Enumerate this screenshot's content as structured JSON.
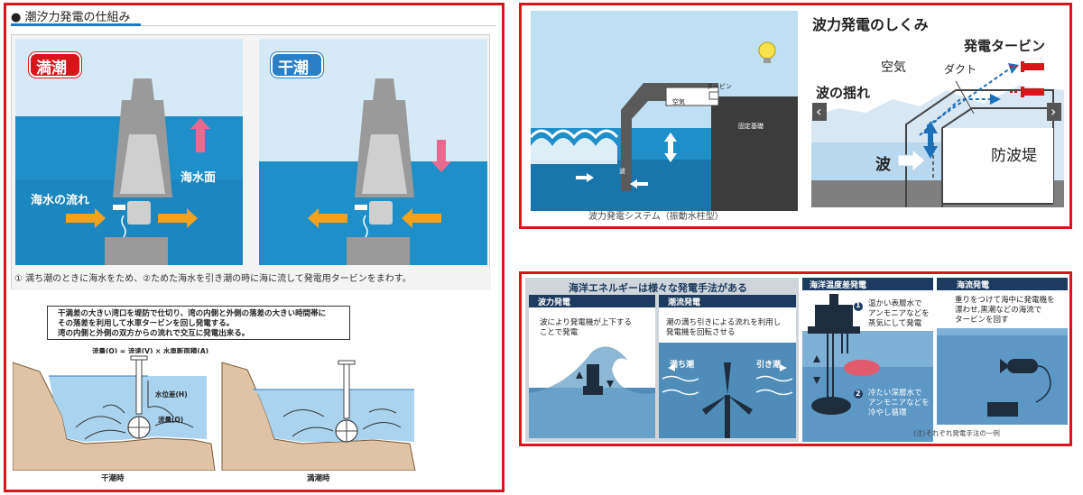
{
  "colors": {
    "frame_red": "#d9141b",
    "sky": "#d6eaf6",
    "sea": "#1f8fc9",
    "deep_sea": "#1876ad",
    "arrow_orange": "#f4a21e",
    "arrow_pink": "#e96a8f",
    "structure_gray": "#9a9a9a",
    "navy_header": "#1d3a60"
  },
  "tidal": {
    "section_title": "● 潮汐力発電の仕組み",
    "high_tide_badge": "満潮",
    "low_tide_badge": "干潮",
    "sea_surface_label": "海水面",
    "current_label": "海水の流れ",
    "caption": "① 満ち潮のときに海水をため、②ためた海水を引き潮の時に海に流して発電用タービンをまわす。",
    "description": [
      "干満差の大きい湾口を堤防で仕切り、湾の内側と外側の落差の大きい時間帯に",
      "その落差を利用して水車タービンを回し発電する。",
      "湾の内側と外側の双方からの流れで交互に発電出来る。"
    ],
    "formula": "流量(Q) = 流速(V) × 水車断面積(A)",
    "head_label": "水位差(H)",
    "flow_label": "流量(Q)",
    "low_tide_caption": "干潮時",
    "high_tide_caption": "満潮時"
  },
  "wave": {
    "title": "波力発電のしくみ",
    "turbine_small": "タービン",
    "air_small": "空気",
    "fixed_base": "固定基礎",
    "wave_small": "波",
    "caption": "波力発電システム（振動水柱型）",
    "generator_turbine": "発電タービン",
    "air": "空気",
    "duct": "ダクト",
    "wave_sway": "波の揺れ",
    "wave": "波",
    "breakwater": "防波堤",
    "prev_icon": "‹",
    "next_icon": "›"
  },
  "ocean": {
    "header": "海洋エネルギーは様々な発電手法がある",
    "wave_power_title": "波力発電",
    "wave_power_text": [
      "波により発電機が上下する",
      "ことで発電"
    ],
    "tidal_current_title": "潮流発電",
    "tidal_current_text": [
      "潮の満ち引きによる流れを利用し",
      "発電機を回転させる"
    ],
    "flood_tide": "満ち潮",
    "ebb_tide": "引き潮",
    "otec_title": "海洋温度差発電",
    "otec_step1": [
      "温かい表層水で",
      "アンモニアなどを",
      "蒸気にして発電"
    ],
    "otec_step2": [
      "冷たい深層水で",
      "アンモニアなどを",
      "冷やし循環"
    ],
    "ocean_current_title": "海流発電",
    "ocean_current_text": [
      "重りをつけて海中に発電機を",
      "漂わせ,黒潮などの海流で",
      "タービンを回す"
    ],
    "footnote": "(注)それぞれ発電手法の一例"
  }
}
